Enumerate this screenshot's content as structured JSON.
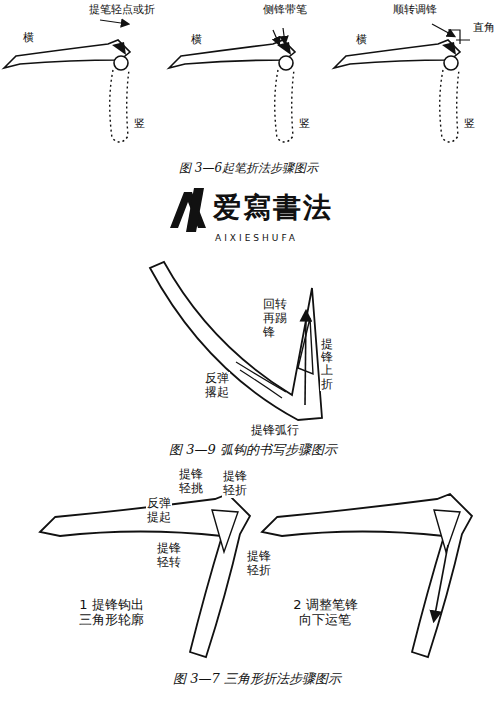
{
  "diagram": {
    "labels": [
      "提笔轻点或折",
      "横",
      "竖",
      "侧锋带笔",
      "横",
      "竖",
      "顺转调锋",
      "直角",
      "横",
      "竖",
      "图 3—6起笔折法步骤图示",
      "爱寫書法",
      "AIXIESHUFA",
      "回转再踢锋",
      "提锋上折",
      "反弹撂起",
      "提锋弧行",
      "图 3—9 弧钩的书写步骤图示",
      "反弹提起",
      "提锋轻挑",
      "提锋轻折",
      "提锋轻转",
      "提锋轻折",
      "1 提锋钩出 三角形轮廓",
      "2 调整笔锋 向下运笔",
      "图 3—7 三角形折法步骤图示"
    ]
  }
}
